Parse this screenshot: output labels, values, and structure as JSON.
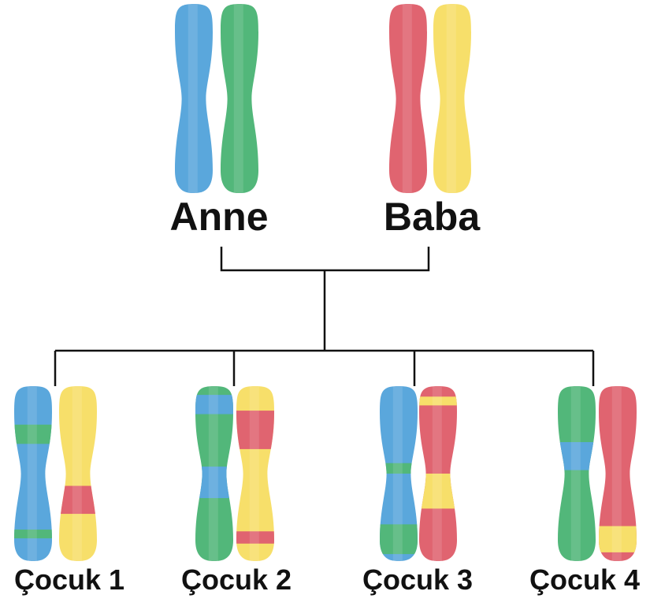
{
  "title": "Kromozom kalıtımı",
  "colors": {
    "blue": "#5aa7dc",
    "green": "#52b77a",
    "red": "#e06470",
    "yellow": "#f7df6a",
    "line": "#111111"
  },
  "parents": [
    {
      "label": "Anne",
      "chromosomes": [
        "blue",
        "green"
      ]
    },
    {
      "label": "Baba",
      "chromosomes": [
        "red",
        "yellow"
      ]
    }
  ],
  "children": [
    {
      "label": "Çocuk 1",
      "chromosomes": [
        {
          "base": "blue",
          "bands": [
            "green",
            "green"
          ]
        },
        {
          "base": "yellow",
          "bands": [
            "red"
          ]
        }
      ]
    },
    {
      "label": "Çocuk 2",
      "chromosomes": [
        {
          "base": "green",
          "bands": [
            "blue",
            "blue"
          ]
        },
        {
          "base": "yellow",
          "bands": [
            "red",
            "red"
          ]
        }
      ]
    },
    {
      "label": "Çocuk 3",
      "chromosomes": [
        {
          "base": "blue",
          "bands": [
            "green",
            "green"
          ]
        },
        {
          "base": "red",
          "bands": [
            "yellow",
            "yellow"
          ]
        }
      ]
    },
    {
      "label": "Çocuk 4",
      "chromosomes": [
        {
          "base": "green",
          "bands": [
            "blue"
          ]
        },
        {
          "base": "red",
          "bands": [
            "yellow"
          ]
        }
      ]
    }
  ]
}
